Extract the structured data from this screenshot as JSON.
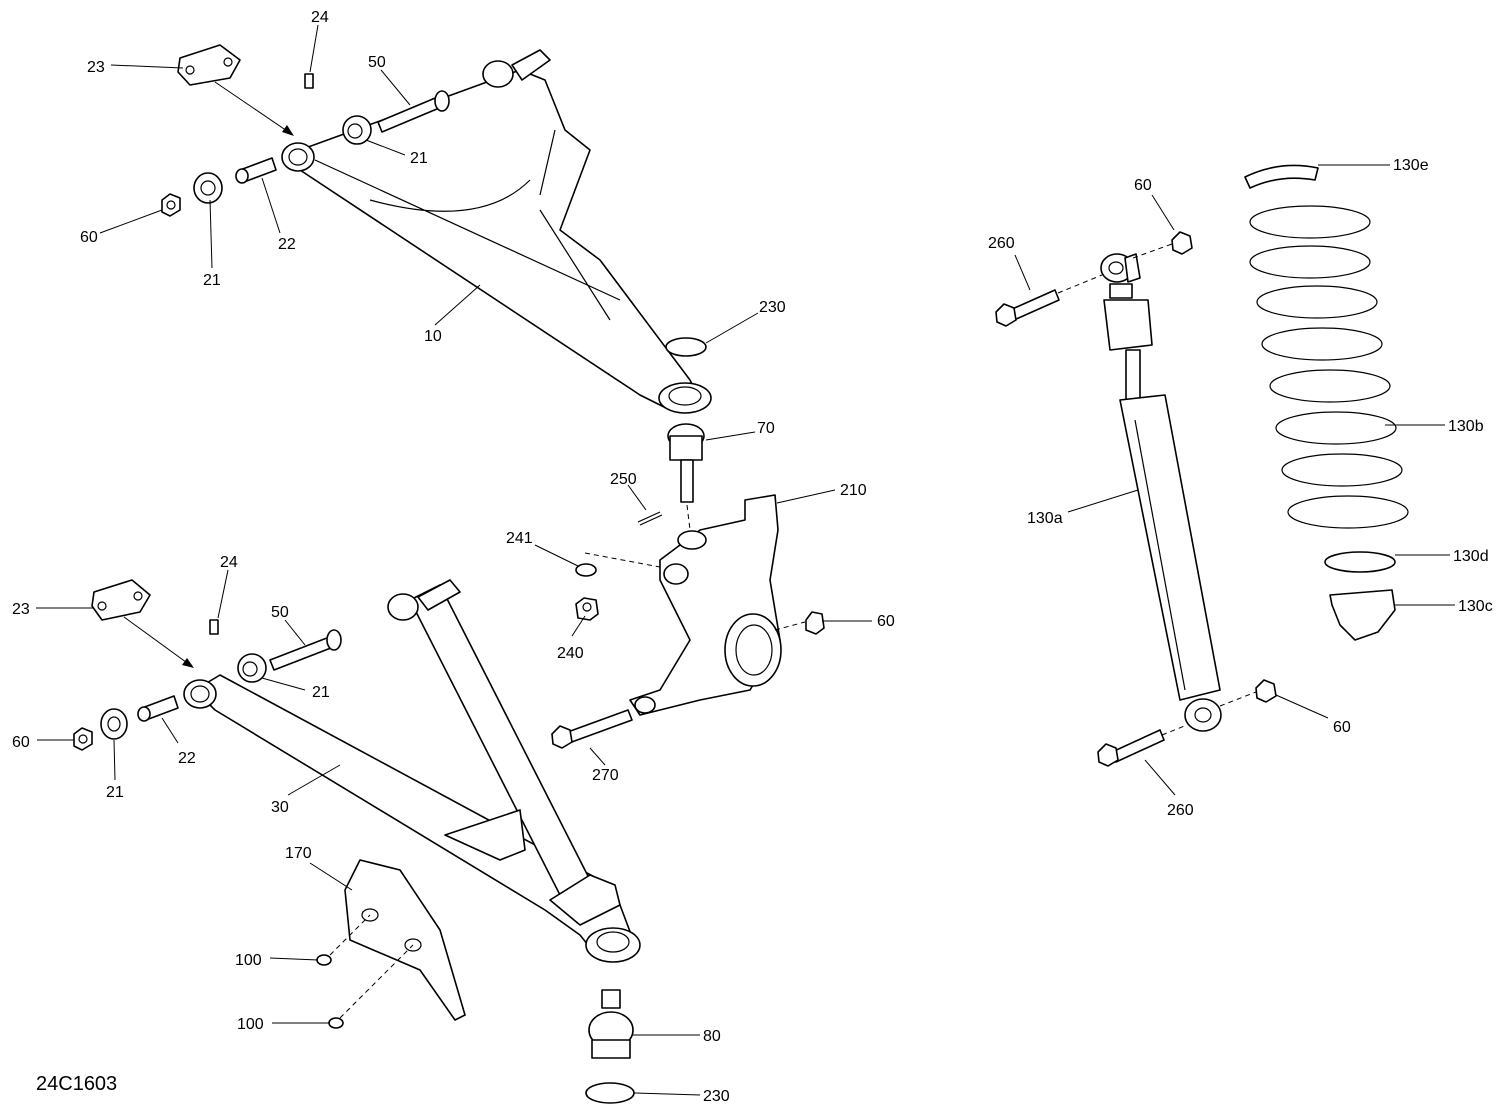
{
  "figure_code": "24C1603",
  "callouts": {
    "c23_top": "23",
    "c24_top": "24",
    "c50_top": "50",
    "c21_top_right": "21",
    "c60_top_left": "60",
    "c21_top_left": "21",
    "c22_top": "22",
    "c10": "10",
    "c230_top": "230",
    "c70": "70",
    "c250": "250",
    "c210": "210",
    "c241": "241",
    "c240": "240",
    "c60_knuckle": "60",
    "c270": "270",
    "c23_bottom": "23",
    "c24_bottom": "24",
    "c50_bottom": "50",
    "c21_bottom_right": "21",
    "c60_bottom_left": "60",
    "c21_bottom_left": "21",
    "c22_bottom": "22",
    "c30": "30",
    "c170": "170",
    "c100_a": "100",
    "c100_b": "100",
    "c80": "80",
    "c230_bottom": "230",
    "c60_shock_top": "60",
    "c260_top": "260",
    "c130a": "130a",
    "c60_shock_bottom": "60",
    "c260_bottom": "260",
    "c130e": "130e",
    "c130b": "130b",
    "c130d": "130d",
    "c130c": "130c"
  }
}
